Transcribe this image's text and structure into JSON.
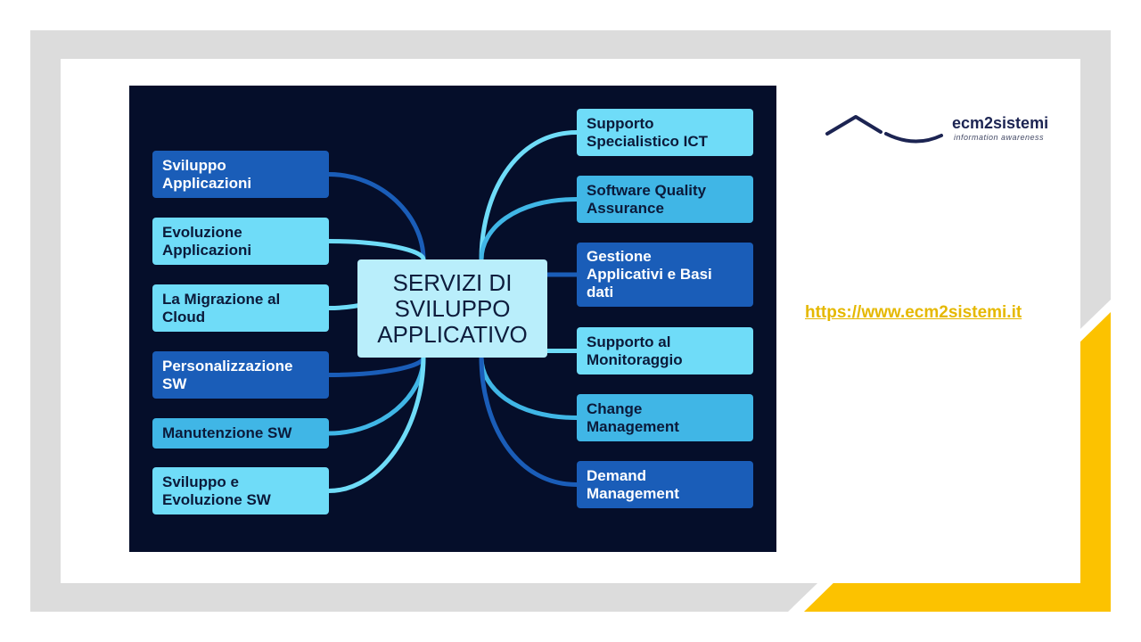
{
  "colors": {
    "frame_gray": "#dcdcdc",
    "accent_yellow": "#fcc200",
    "diagram_background": "#050e2a",
    "node_dark": "#1a5db8",
    "node_mid": "#40b6e6",
    "node_light": "#6fdcf8",
    "center_node": "#b9eefb",
    "link_yellow": "#e5b800"
  },
  "diagram": {
    "center": "SERVIZI DI\nSVILUPPO\nAPPLICATIVO",
    "left_nodes": [
      {
        "label": "Sviluppo\nApplicazioni",
        "tone": "dark"
      },
      {
        "label": "Evoluzione\nApplicazioni",
        "tone": "light"
      },
      {
        "label": "La Migrazione al\nCloud",
        "tone": "light"
      },
      {
        "label": "Personalizzazione\nSW",
        "tone": "dark"
      },
      {
        "label": "Manutenzione SW",
        "tone": "mid"
      },
      {
        "label": "Sviluppo e\nEvoluzione SW",
        "tone": "light"
      }
    ],
    "right_nodes": [
      {
        "label": "Supporto\nSpecialistico ICT",
        "tone": "light"
      },
      {
        "label": "Software Quality\nAssurance",
        "tone": "mid"
      },
      {
        "label": "Gestione\nApplicativi e Basi\ndati",
        "tone": "dark"
      },
      {
        "label": "Supporto al\nMonitoraggio",
        "tone": "light"
      },
      {
        "label": "Change\nManagement",
        "tone": "mid"
      },
      {
        "label": "Demand\nManagement",
        "tone": "dark"
      }
    ]
  },
  "logo": {
    "name": "ecm2sistemi",
    "tagline": "information awareness"
  },
  "link": {
    "url_text": "https://www.ecm2sistemi.it"
  }
}
